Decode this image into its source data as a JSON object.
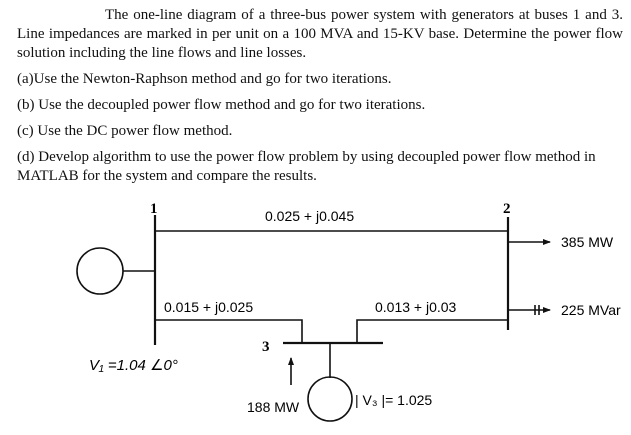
{
  "problem": {
    "intro": "The one-line diagram of a three-bus power system with generators at buses 1 and 3. Line impedances are marked in per unit on a 100 MVA and 15-KV base. Determine the power flow solution including the line flows and line losses.",
    "items": [
      "(a)Use the Newton-Raphson method and go for two iterations.",
      "(b) Use the decoupled power flow method and go for two iterations.",
      "(c) Use the DC power flow method.",
      "(d) Develop algorithm to use the power flow problem by using decoupled power flow method in MATLAB for the system and compare the results."
    ]
  },
  "diagram": {
    "bus1_label": "1",
    "bus2_label": "2",
    "bus3_label": "3",
    "line12_impedance": "0.025 + j0.045",
    "line13_impedance": "0.015 + j0.025",
    "line23_impedance": "0.013 + j0.03",
    "bus2_load_p": "385 MW",
    "bus2_load_q": "225 MVar",
    "bus1_voltage": "V₁ =1.04 ∠0°",
    "bus3_gen_p": "188 MW",
    "bus3_voltage": "| V₃ |= 1.025"
  }
}
